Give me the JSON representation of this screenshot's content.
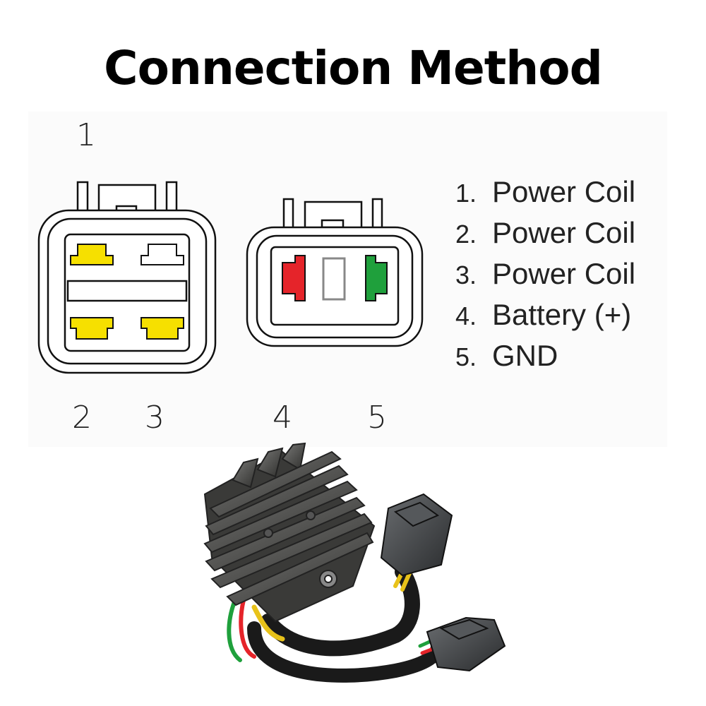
{
  "title": "Connection Method",
  "pin_labels": {
    "p1": "1",
    "p2": "2",
    "p3": "3",
    "p4": "4",
    "p5": "5"
  },
  "legend": [
    {
      "num": "1.",
      "label": "Power Coil"
    },
    {
      "num": "2.",
      "label": "Power Coil"
    },
    {
      "num": "3.",
      "label": "Power Coil"
    },
    {
      "num": "4.",
      "label": "Battery (+)"
    },
    {
      "num": "5.",
      "label": "GND"
    }
  ],
  "colors": {
    "power_coil_pin": "#f6e000",
    "battery_pin": "#e5242a",
    "gnd_pin": "#1fa03c",
    "unused_pin": "#ffffff"
  }
}
